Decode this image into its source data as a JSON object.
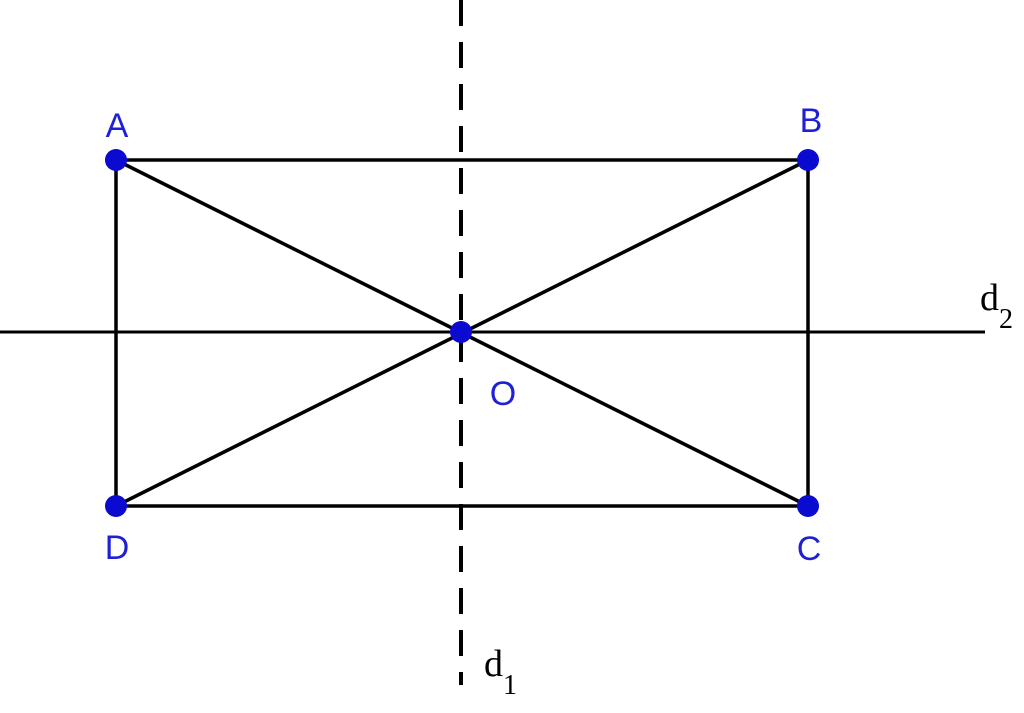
{
  "diagram": {
    "colors": {
      "point": "#0a0ad0",
      "point_label": "#1f1fd6",
      "segment": "#000000"
    },
    "points": [
      {
        "id": "A",
        "label": "A"
      },
      {
        "id": "B",
        "label": "B"
      },
      {
        "id": "C",
        "label": "C"
      },
      {
        "id": "D",
        "label": "D"
      },
      {
        "id": "O",
        "label": "O"
      }
    ],
    "segments": [
      {
        "from": "A",
        "to": "B"
      },
      {
        "from": "B",
        "to": "C"
      },
      {
        "from": "C",
        "to": "D"
      },
      {
        "from": "D",
        "to": "A"
      },
      {
        "from": "A",
        "to": "C"
      },
      {
        "from": "B",
        "to": "D"
      }
    ],
    "lines": [
      {
        "id": "d1",
        "label_main": "d",
        "label_sub": "1",
        "style": "dashed",
        "orientation": "vertical",
        "through": "O"
      },
      {
        "id": "d2",
        "label_main": "d",
        "label_sub": "2",
        "style": "solid",
        "orientation": "horizontal",
        "through": "O"
      }
    ]
  }
}
